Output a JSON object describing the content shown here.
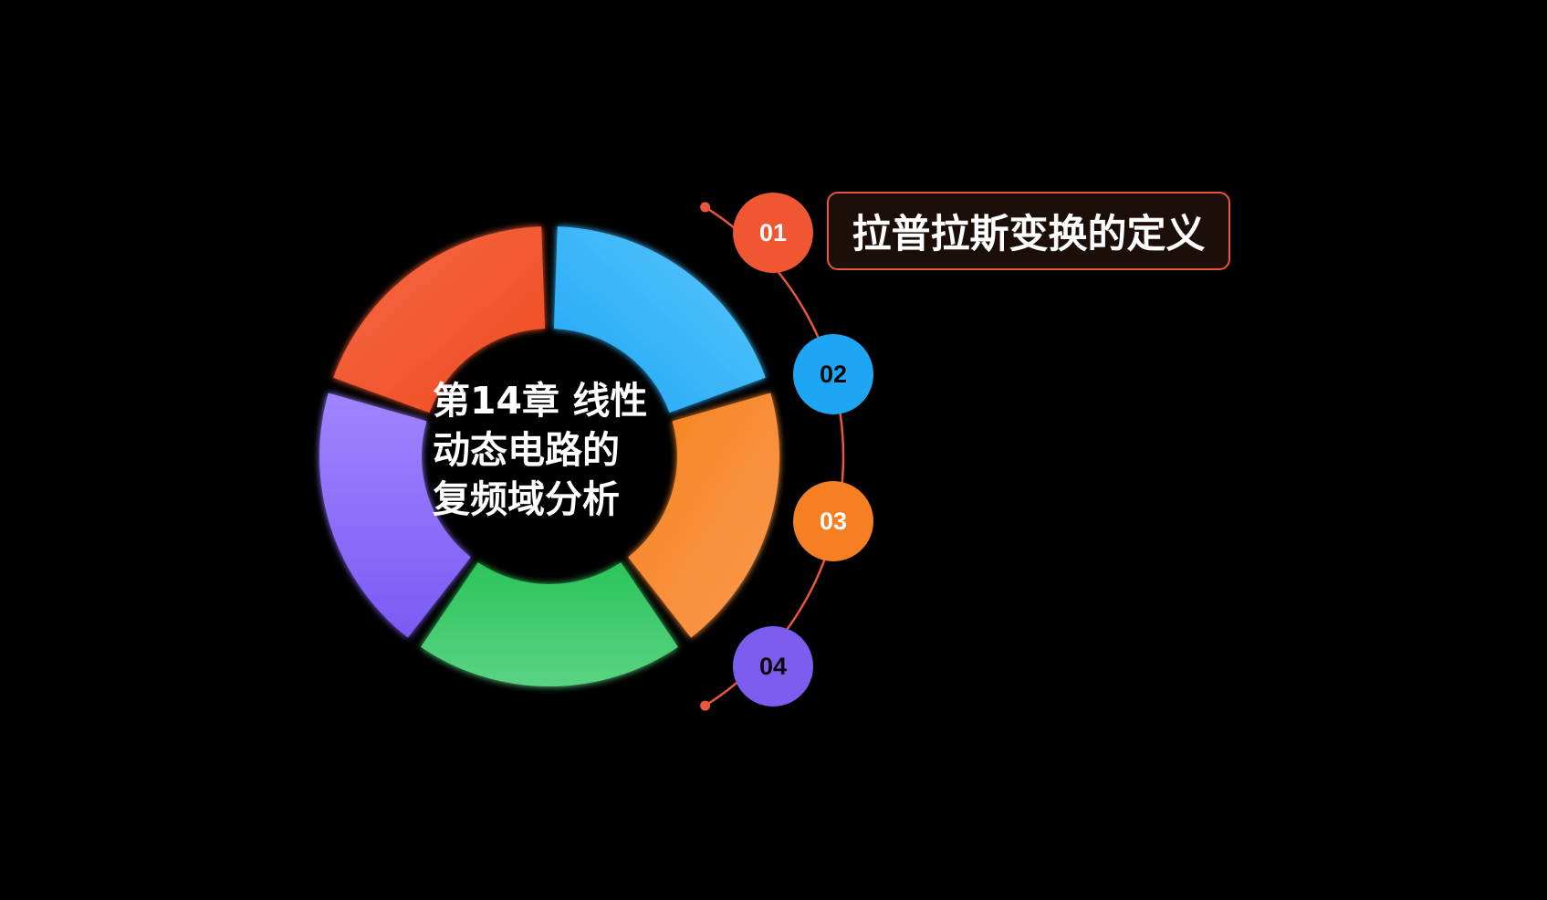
{
  "diagram": {
    "center_title_lines": [
      "第14章 线性",
      "动态电路的",
      "复频域分析"
    ],
    "ring_segment_colors": {
      "red": [
        "#f56a44",
        "#ef4a21"
      ],
      "blue": [
        "#5cc6fa",
        "#1ea7f8"
      ],
      "orange": [
        "#f5821f",
        "#fb9a50"
      ],
      "green": [
        "#2cc45a",
        "#5ad384"
      ],
      "purple": [
        "#9f85ff",
        "#7b5af3"
      ]
    },
    "arc_color": "#e8583a",
    "items": [
      {
        "number": "01",
        "color": "#ef5631",
        "text_color": "#ffffff"
      },
      {
        "number": "02",
        "color": "#1ea6f5",
        "text_color": "#0a0a0a"
      },
      {
        "number": "03",
        "color": "#f57f22",
        "text_color": "#ffffff"
      },
      {
        "number": "04",
        "color": "#7d5cf0",
        "text_color": "#0a0a0a"
      }
    ],
    "active_label": "拉普拉斯变换的定义"
  }
}
